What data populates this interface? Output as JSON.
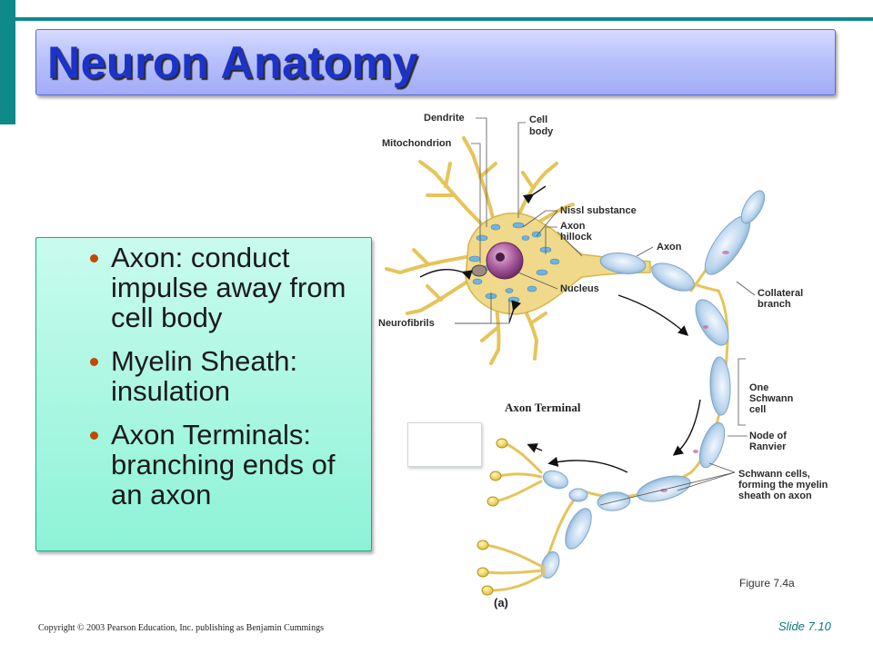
{
  "slide": {
    "title": "Neuron Anatomy",
    "bullets": [
      "Axon: conduct impulse away from cell body",
      "Myelin Sheath: insulation",
      "Axon Terminals: branching ends of an axon"
    ],
    "copyright": "Copyright © 2003 Pearson Education, Inc. publishing as Benjamin Cummings",
    "slide_number": "Slide 7.10"
  },
  "figure": {
    "labels": {
      "dendrite": "Dendrite",
      "mitochondrion": "Mitochondrion",
      "cell": "Cell",
      "body": "body",
      "nissl": "Nissl substance",
      "axon_hillock_1": "Axon",
      "axon_hillock_2": "hillock",
      "axon": "Axon",
      "nucleus": "Nucleus",
      "collateral_1": "Collateral",
      "collateral_2": "branch",
      "neurofibrils": "Neurofibrils",
      "one_schwann_1": "One",
      "one_schwann_2": "Schwann",
      "one_schwann_3": "cell",
      "node_1": "Node of",
      "node_2": "Ranvier",
      "schwann_cells_1": "Schwann cells,",
      "schwann_cells_2": "forming the myelin",
      "schwann_cells_3": "sheath on axon"
    },
    "axon_terminal_label": "Axon Terminal",
    "caption": "Figure 7.4a",
    "panel": "(a)"
  },
  "colors": {
    "accent_teal": "#0e8a8a",
    "title_blue": "#1d33c7",
    "bullet_box": "#8df3d6",
    "bullet_dot": "#c04a00"
  }
}
